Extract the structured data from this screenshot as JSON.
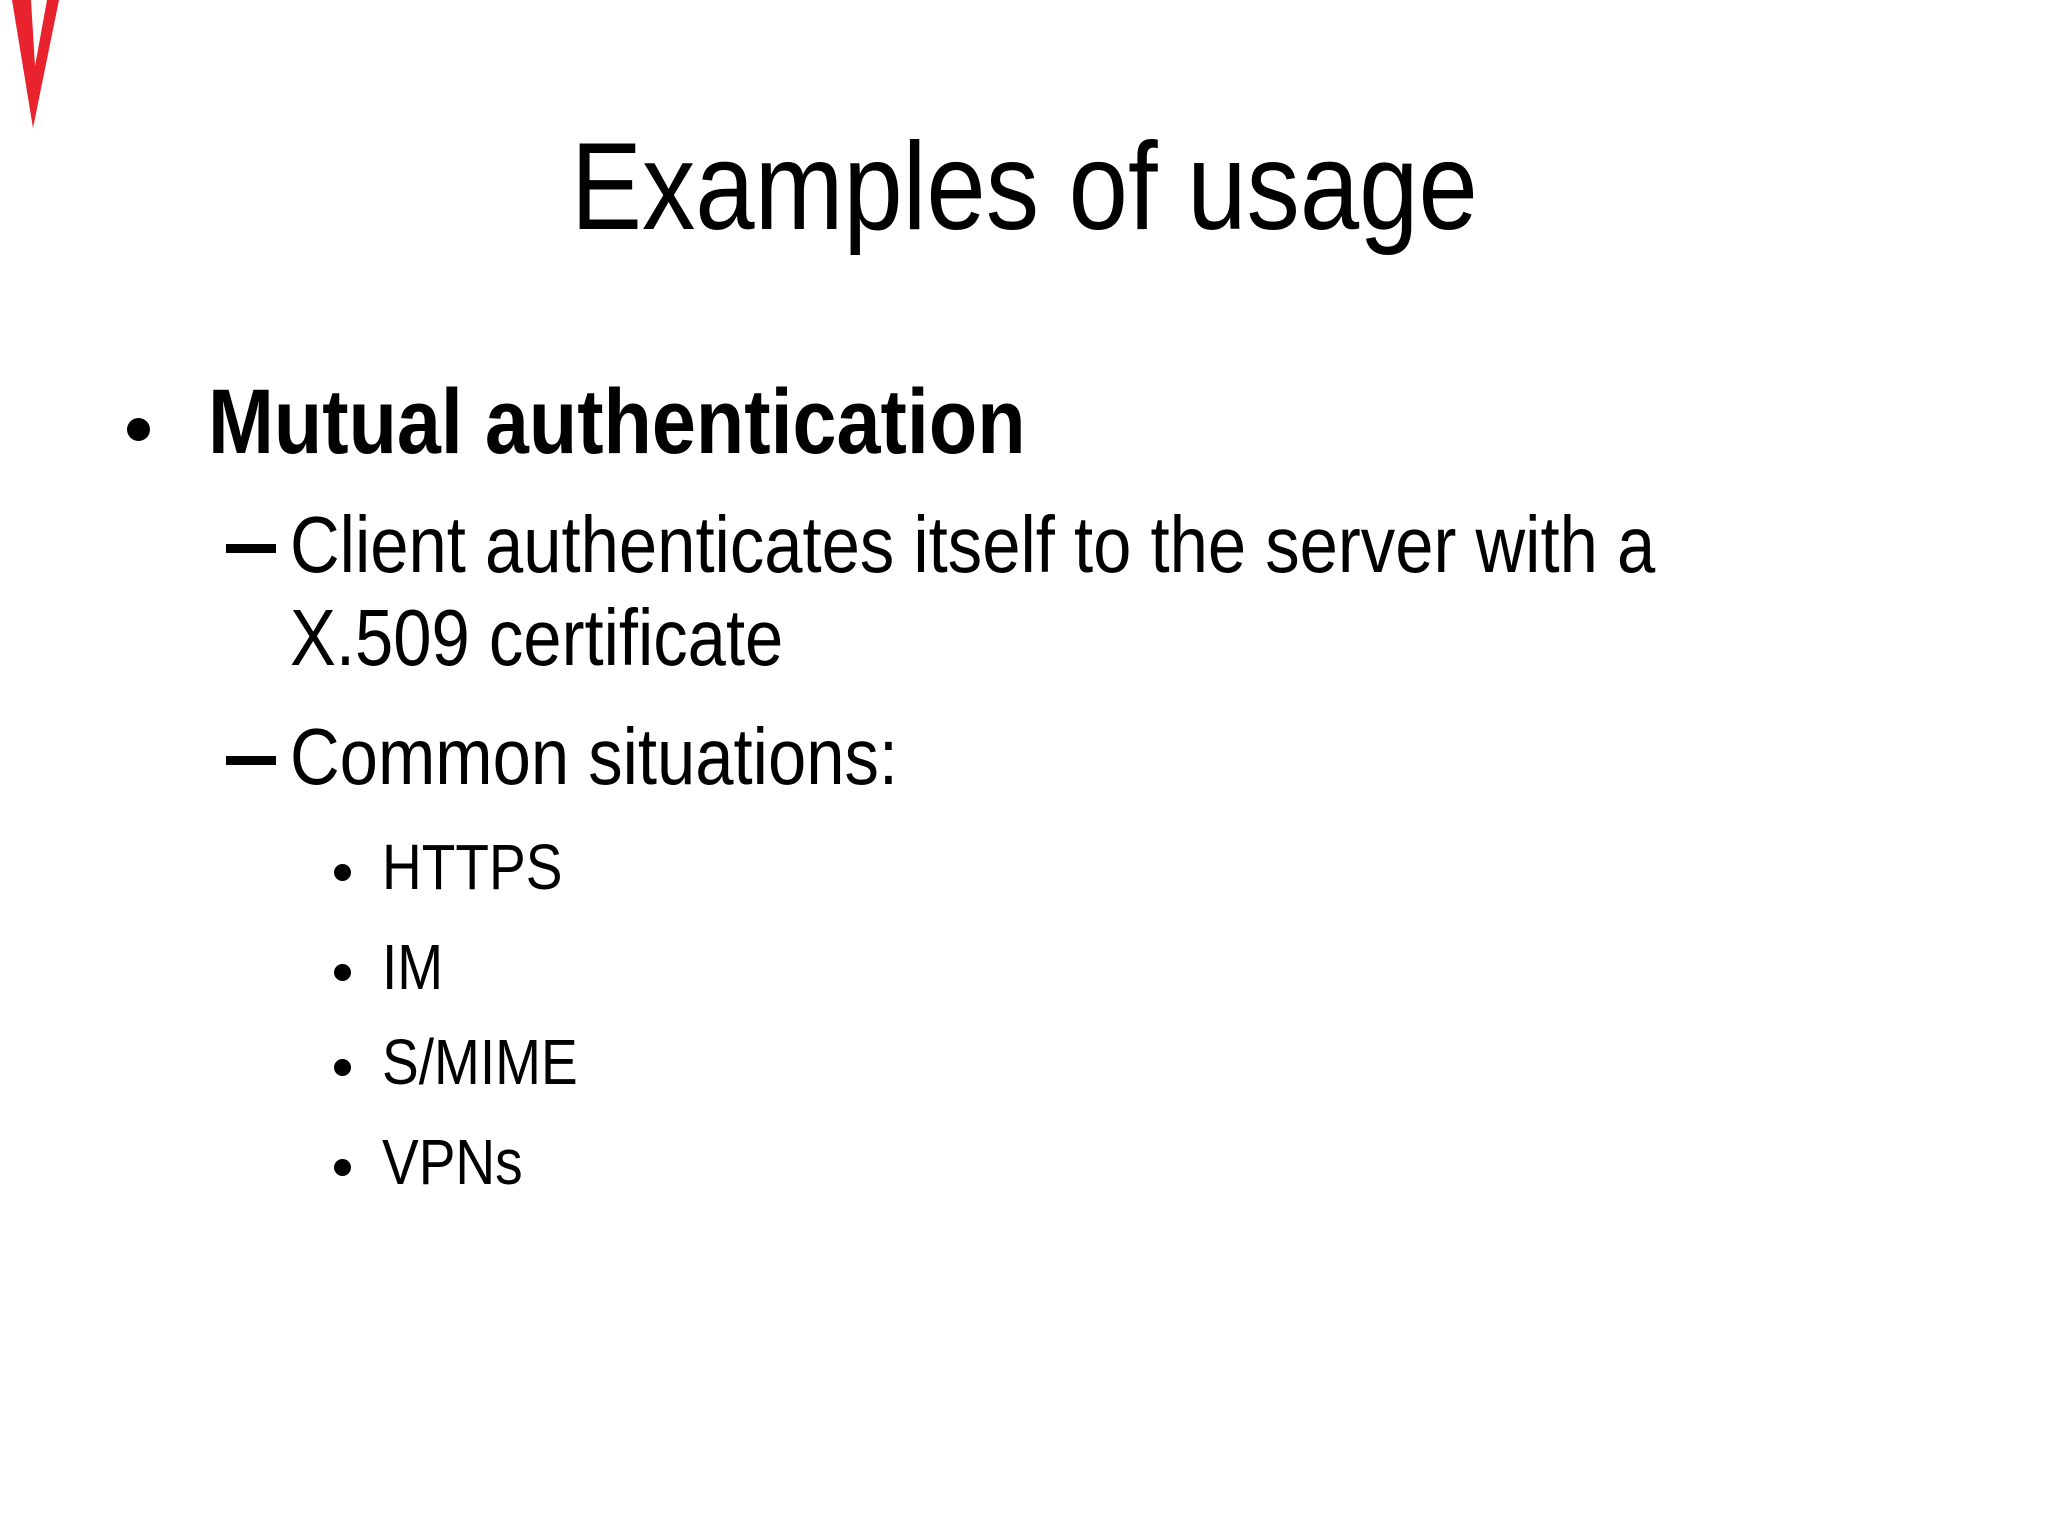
{
  "slide": {
    "title": "Examples of usage",
    "bullet_level1": {
      "marker": "round-bullet",
      "text": "Mutual authentication"
    },
    "bullet_level2": [
      {
        "marker": "dash-bullet",
        "lines": [
          "Client authenticates itself to the server with a",
          "X.509 certificate"
        ]
      },
      {
        "marker": "dash-bullet",
        "lines": [
          "Common situations:"
        ]
      }
    ],
    "bullet_level3": [
      "HTTPS",
      "IM",
      "S/MIME",
      "VPNs"
    ],
    "colors": {
      "background": "#ffffff",
      "text": "#000000",
      "corner_accent": "#e8232d"
    }
  }
}
